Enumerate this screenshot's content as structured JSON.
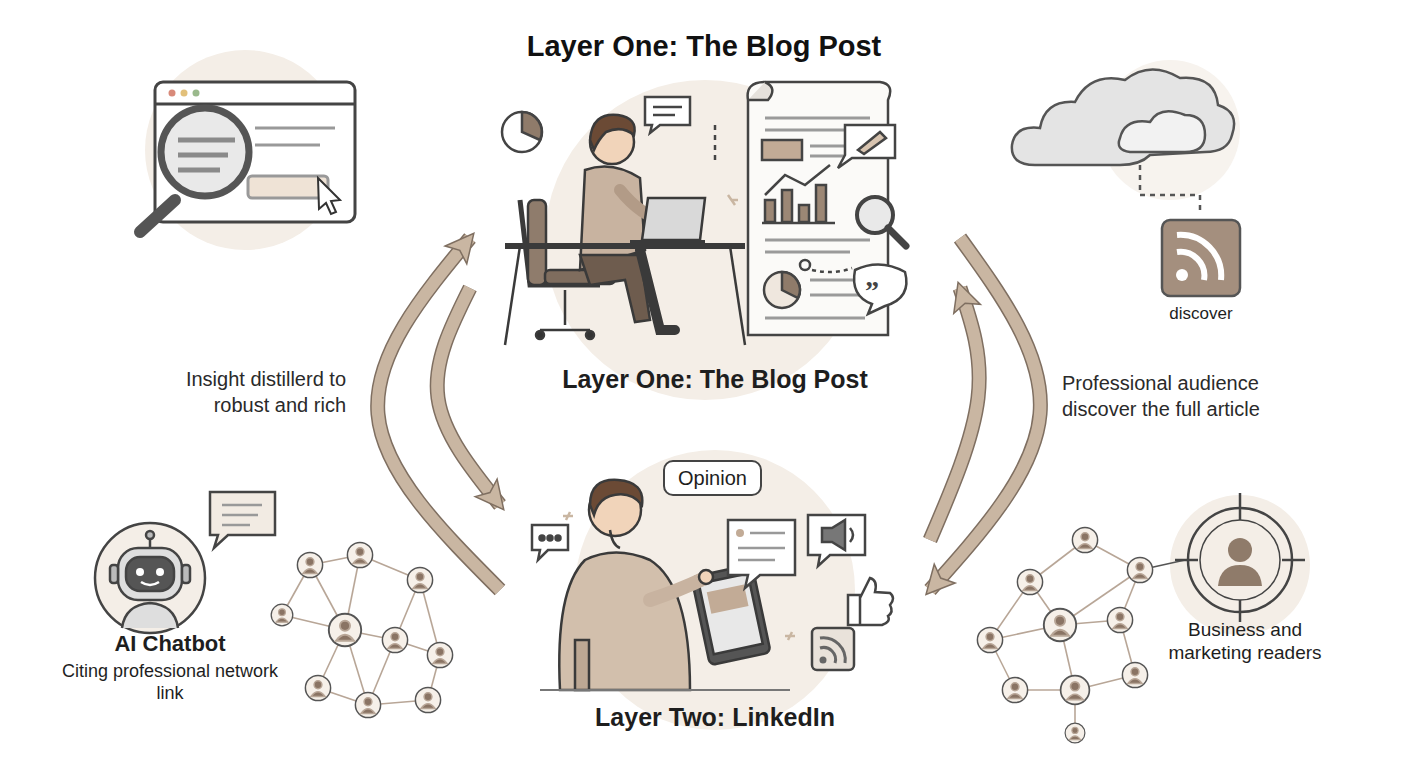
{
  "diagram": {
    "title": "Layer One: The Blog Post",
    "nodes": [
      {
        "text": [
          "Layer One: The Blog Post"
        ]
      },
      {
        "text": [
          "discover"
        ]
      },
      {
        "text": [
          "Layer Two: LinkedIn"
        ]
      },
      {
        "text": [
          "Opinion"
        ],
        "in": 2
      },
      {
        "text": [
          "AI Chatbot",
          "Citing professional network link"
        ]
      },
      {
        "text": [
          "Business and marketing readers"
        ]
      }
    ],
    "edges": [
      {
        "from": 2,
        "to": 0,
        "arrow": "to"
      },
      {
        "from": 0,
        "to": 2,
        "arrow": "to",
        "label": "Insight distillerd to robust and rich"
      },
      {
        "from": 0,
        "to": 2,
        "arrow": "to"
      },
      {
        "from": 2,
        "to": 0,
        "arrow": "to",
        "label": "Professional audience discover the full article"
      }
    ]
  }
}
